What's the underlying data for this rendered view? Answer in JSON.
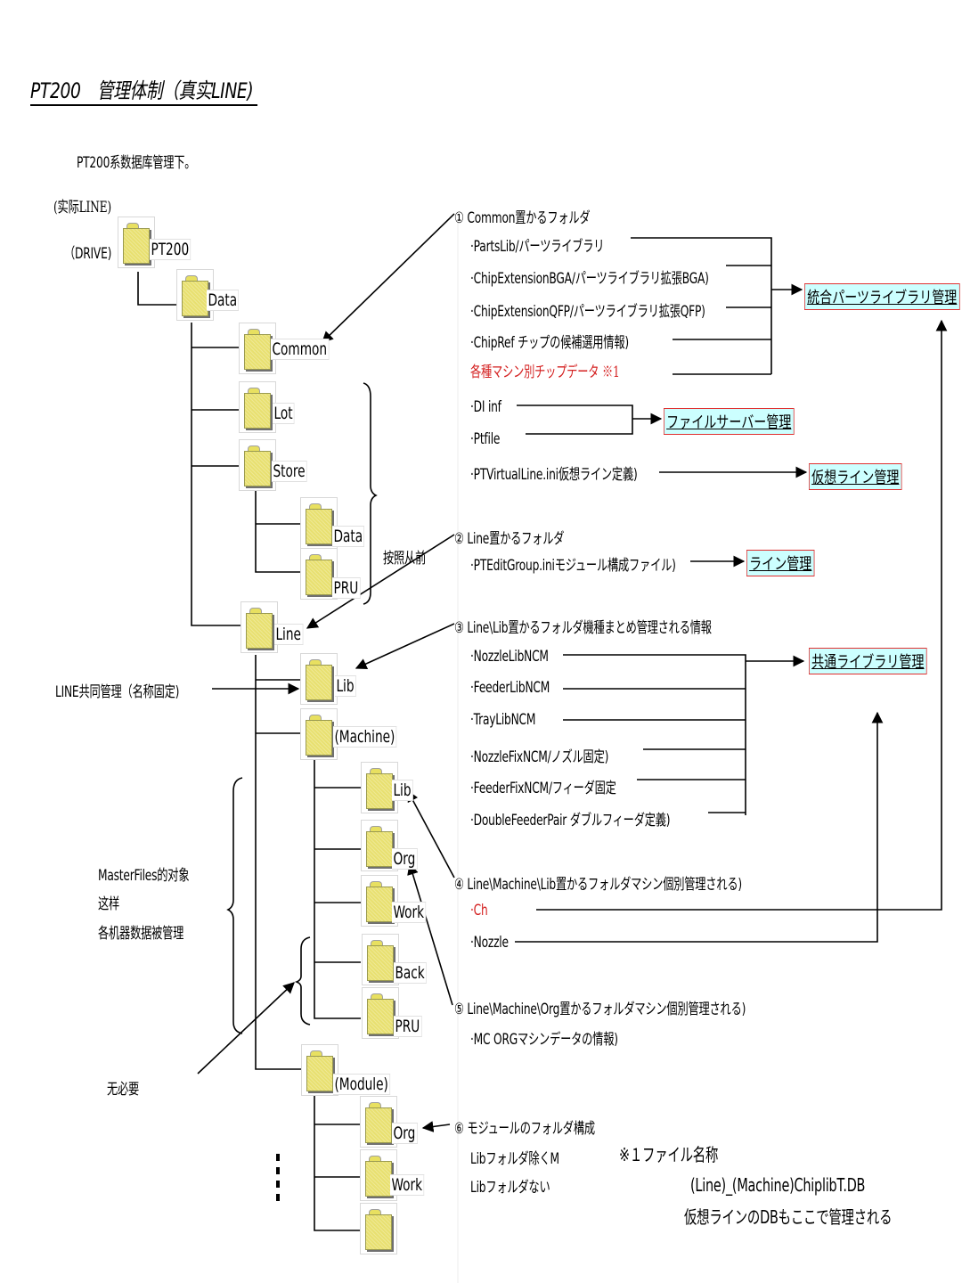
{
  "title": "PT200　管理体制（真实LINE)",
  "subtitle": "PT200系数据库管理下。",
  "tree": {
    "root_annotation": "(实际LINE)",
    "drive_label": "（DRIVE)",
    "folders": {
      "pt200": "PT200",
      "data": "Data",
      "common": "Common",
      "lot": "Lot",
      "store": "Store",
      "store_data": "Data",
      "store_pru": "PRU",
      "line": "Line",
      "line_lib": "Lib",
      "machine": "(Machine)",
      "machine_lib": "Lib",
      "machine_org": "Org",
      "machine_work": "Work",
      "machine_back": "Back",
      "machine_pru": "PRU",
      "module": "(Module)",
      "module_org": "Org",
      "module_work": "Work",
      "module_blank": ""
    },
    "annotations": {
      "as_before": "按照从前",
      "line_common": "LINE共同管理（名称固定)",
      "master_files_1": "MasterFiles的对象",
      "master_files_2": "这样",
      "master_files_3": "各机器数据被管理",
      "not_needed": "无必要"
    }
  },
  "sections": {
    "s1": {
      "heading": "① Common置かるフォルダ",
      "items": [
        "·PartsLib/パーツライブラリ",
        "·ChipExtensionBGA/パーツライブラリ拡張BGA)",
        "·ChipExtensionQFP/パーツライブラリ拡張QFP)",
        "·ChipRef チップの候補選用情報)"
      ],
      "red_item": "各種マシン別チップデータ ※1",
      "file_items": [
        "·DI inf",
        "·Ptfile"
      ],
      "virtual_item": "·PTVirtualLine.ini仮想ライン定義)"
    },
    "s2": {
      "heading": "② Line置かるフォルダ",
      "items": [
        "·PTEditGroup.iniモジュール構成ファイル)"
      ]
    },
    "s3": {
      "heading": "③ Line\\Lib置かるフォルダ機種まとめ管理される情報",
      "items": [
        "·NozzleLibNCM",
        "·FeederLibNCM",
        "·TrayLibNCM",
        "·NozzleFixNCM/ノズル固定)",
        "·FeederFixNCM/フィーダ固定",
        "·DoubleFeederPair ダブルフィーダ定義)"
      ]
    },
    "s4": {
      "heading": "④ Line\\Machine\\Lib置かるフォルダマシン個別管理される)",
      "red_item": "·Ch",
      "items": [
        "·Nozzle"
      ]
    },
    "s5": {
      "heading": "⑤ Line\\Machine\\Org置かるフォルダマシン個別管理される)",
      "items": [
        "·MC ORGマシンデータの情報)"
      ]
    },
    "s6": {
      "heading": "⑥ モジュールのフォルダ構成",
      "items": [
        "Libフォルダ除くM",
        "Libフォルダない"
      ]
    }
  },
  "management_boxes": {
    "integrated_parts": "統合パーツライブラリ管理",
    "file_server": "ファイルサーバー管理",
    "virtual_line": "仮想ライン管理",
    "line": "ライン管理",
    "common_library": "共通ライブラリ管理"
  },
  "footnote": {
    "heading": "※１ファイル名称",
    "filename": "(Line)_(Machine)ChiplibT.DB",
    "note": "仮想ラインのDBもここで管理される"
  },
  "colors": {
    "folder_yellow": "#e8e070",
    "mgmt_box_fill": "#ccffff",
    "mgmt_box_border": "#e03030",
    "red_text": "#d42020"
  }
}
